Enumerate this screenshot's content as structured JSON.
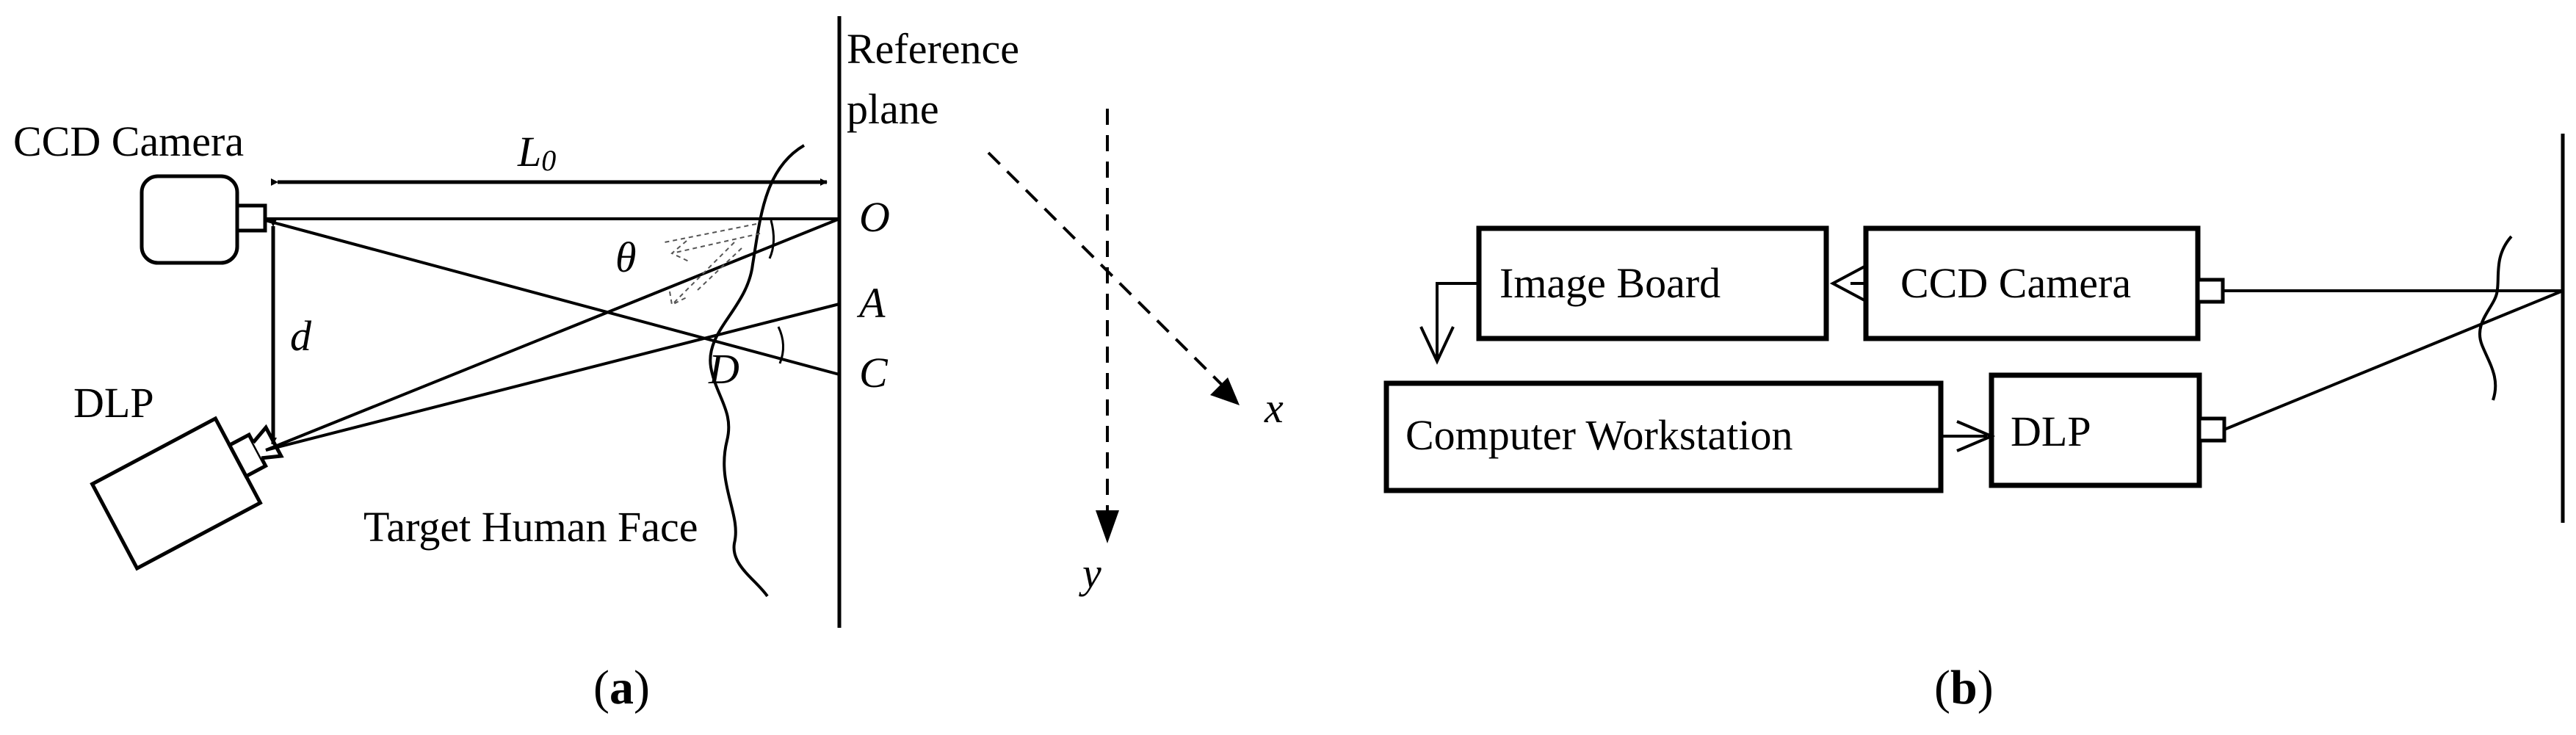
{
  "panel_a": {
    "reference_plane": [
      "Reference",
      "plane"
    ],
    "ccd_camera": "CCD Camera",
    "l0_main": "L",
    "l0_sub": "0",
    "theta": "θ",
    "d": "d",
    "dlp": "DLP",
    "point_o": "O",
    "point_a": "A",
    "point_c": "C",
    "point_d": "D",
    "target_face": "Target Human Face",
    "axis_x": "x",
    "axis_y": "y",
    "caption_open": "(",
    "caption_letter": "a",
    "caption_close": ")"
  },
  "panel_b": {
    "image_board": "Image Board",
    "ccd_camera": "CCD Camera",
    "computer_workstation": "Computer Workstation",
    "dlp": "DLP",
    "caption_open": "(",
    "caption_letter": "b",
    "caption_close": ")"
  }
}
